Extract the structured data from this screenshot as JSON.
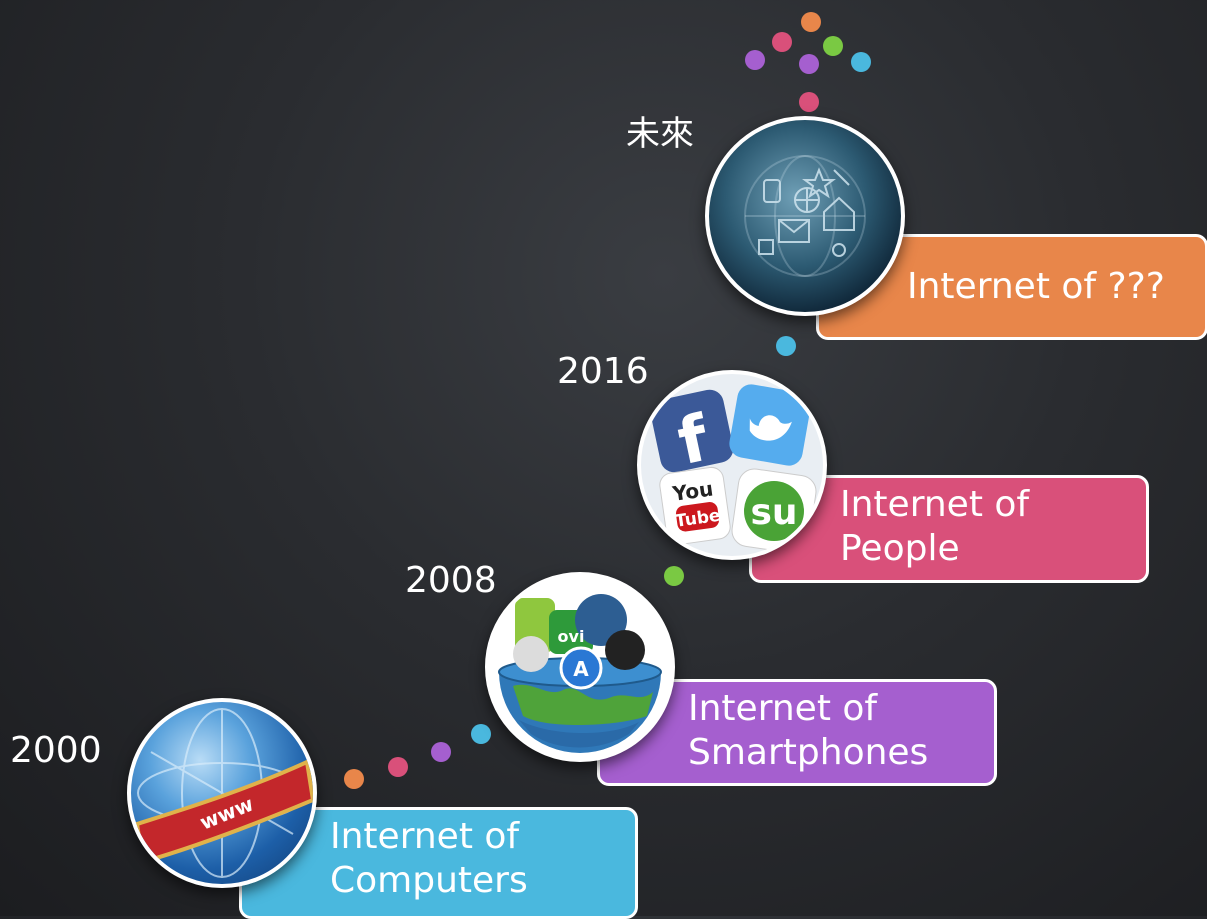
{
  "slide": {
    "title": "聯網"
  },
  "colors": {
    "blue": "#4ab8de",
    "purple": "#a55fcf",
    "pink": "#d9507a",
    "orange": "#e8864a",
    "green": "#7ac943"
  },
  "timeline": [
    {
      "year": "2000",
      "label": "Internet of\nComputers",
      "color": "#4ab8de",
      "icon": "www-globe-icon"
    },
    {
      "year": "2008",
      "label": "Internet of\nSmartphones",
      "color": "#a55fcf",
      "icon": "smartphone-apps-globe-icon"
    },
    {
      "year": "2016",
      "label": "Internet of\nPeople",
      "color": "#d9507a",
      "icon": "social-media-icon"
    },
    {
      "year": "未來",
      "label": "Internet of ???",
      "color": "#e8864a",
      "icon": "iot-globe-icon"
    }
  ]
}
